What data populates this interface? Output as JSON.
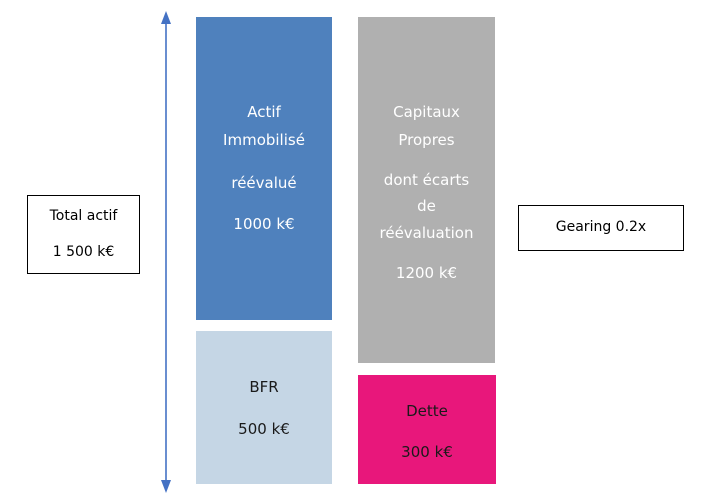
{
  "total_actif": {
    "line1": "Total actif",
    "line2": "1 500 k€"
  },
  "gearing": {
    "label": "Gearing 0.2x"
  },
  "actif_immobilise": {
    "line1": "Actif",
    "line2": "Immobilisé",
    "line3": "réévalué",
    "line4": "1000 k€",
    "color": "#4F81BD"
  },
  "bfr": {
    "line1": "BFR",
    "line2": "500 k€",
    "color": "#C5D6E5"
  },
  "capitaux_propres": {
    "line1": "Capitaux",
    "line2": "Propres",
    "line3": "dont écarts",
    "line4": "de",
    "line5": "réévaluation",
    "line6": "1200 k€",
    "color": "#B0B0B0"
  },
  "dette": {
    "line1": "Dette",
    "line2": "300 k€",
    "color": "#E8177B"
  },
  "arrow": {
    "color": "#4472C4"
  }
}
